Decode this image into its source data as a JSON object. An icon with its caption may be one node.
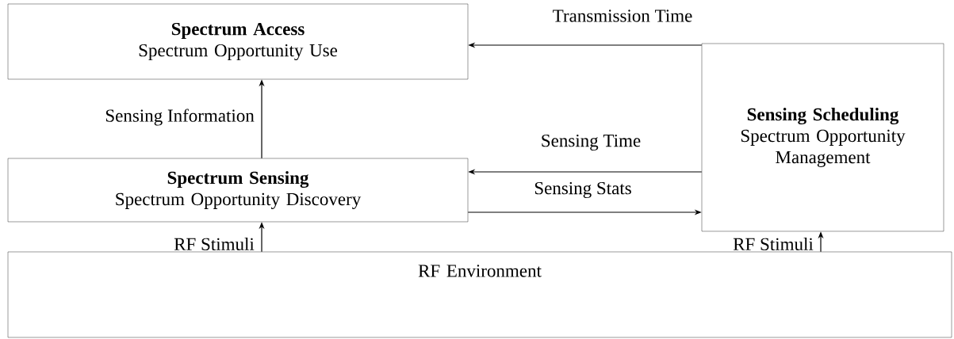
{
  "diagram": {
    "nodes": [
      {
        "text": [
          "Spectrum Access",
          "Spectrum Opportunity Use"
        ]
      },
      {
        "text": [
          "Spectrum Sensing",
          "Spectrum Opportunity Discovery"
        ]
      },
      {
        "text": [
          "Sensing Scheduling",
          "Spectrum Opportunity Management"
        ]
      },
      {
        "text": [
          "RF Environment"
        ]
      }
    ],
    "edges": [
      {
        "from": 2,
        "to": 0,
        "arrow": "to",
        "label": "Transmission Time"
      },
      {
        "from": 1,
        "to": 0,
        "arrow": "to",
        "label": "Sensing Information"
      },
      {
        "from": 2,
        "to": 1,
        "arrow": "to",
        "label": "Sensing Time"
      },
      {
        "from": 1,
        "to": 2,
        "arrow": "to",
        "label": "Sensing Stats"
      },
      {
        "from": 3,
        "to": 1,
        "arrow": "to",
        "label": "RF Stimuli"
      },
      {
        "from": 3,
        "to": 2,
        "arrow": "to",
        "label": "RF Stimuli"
      }
    ]
  }
}
